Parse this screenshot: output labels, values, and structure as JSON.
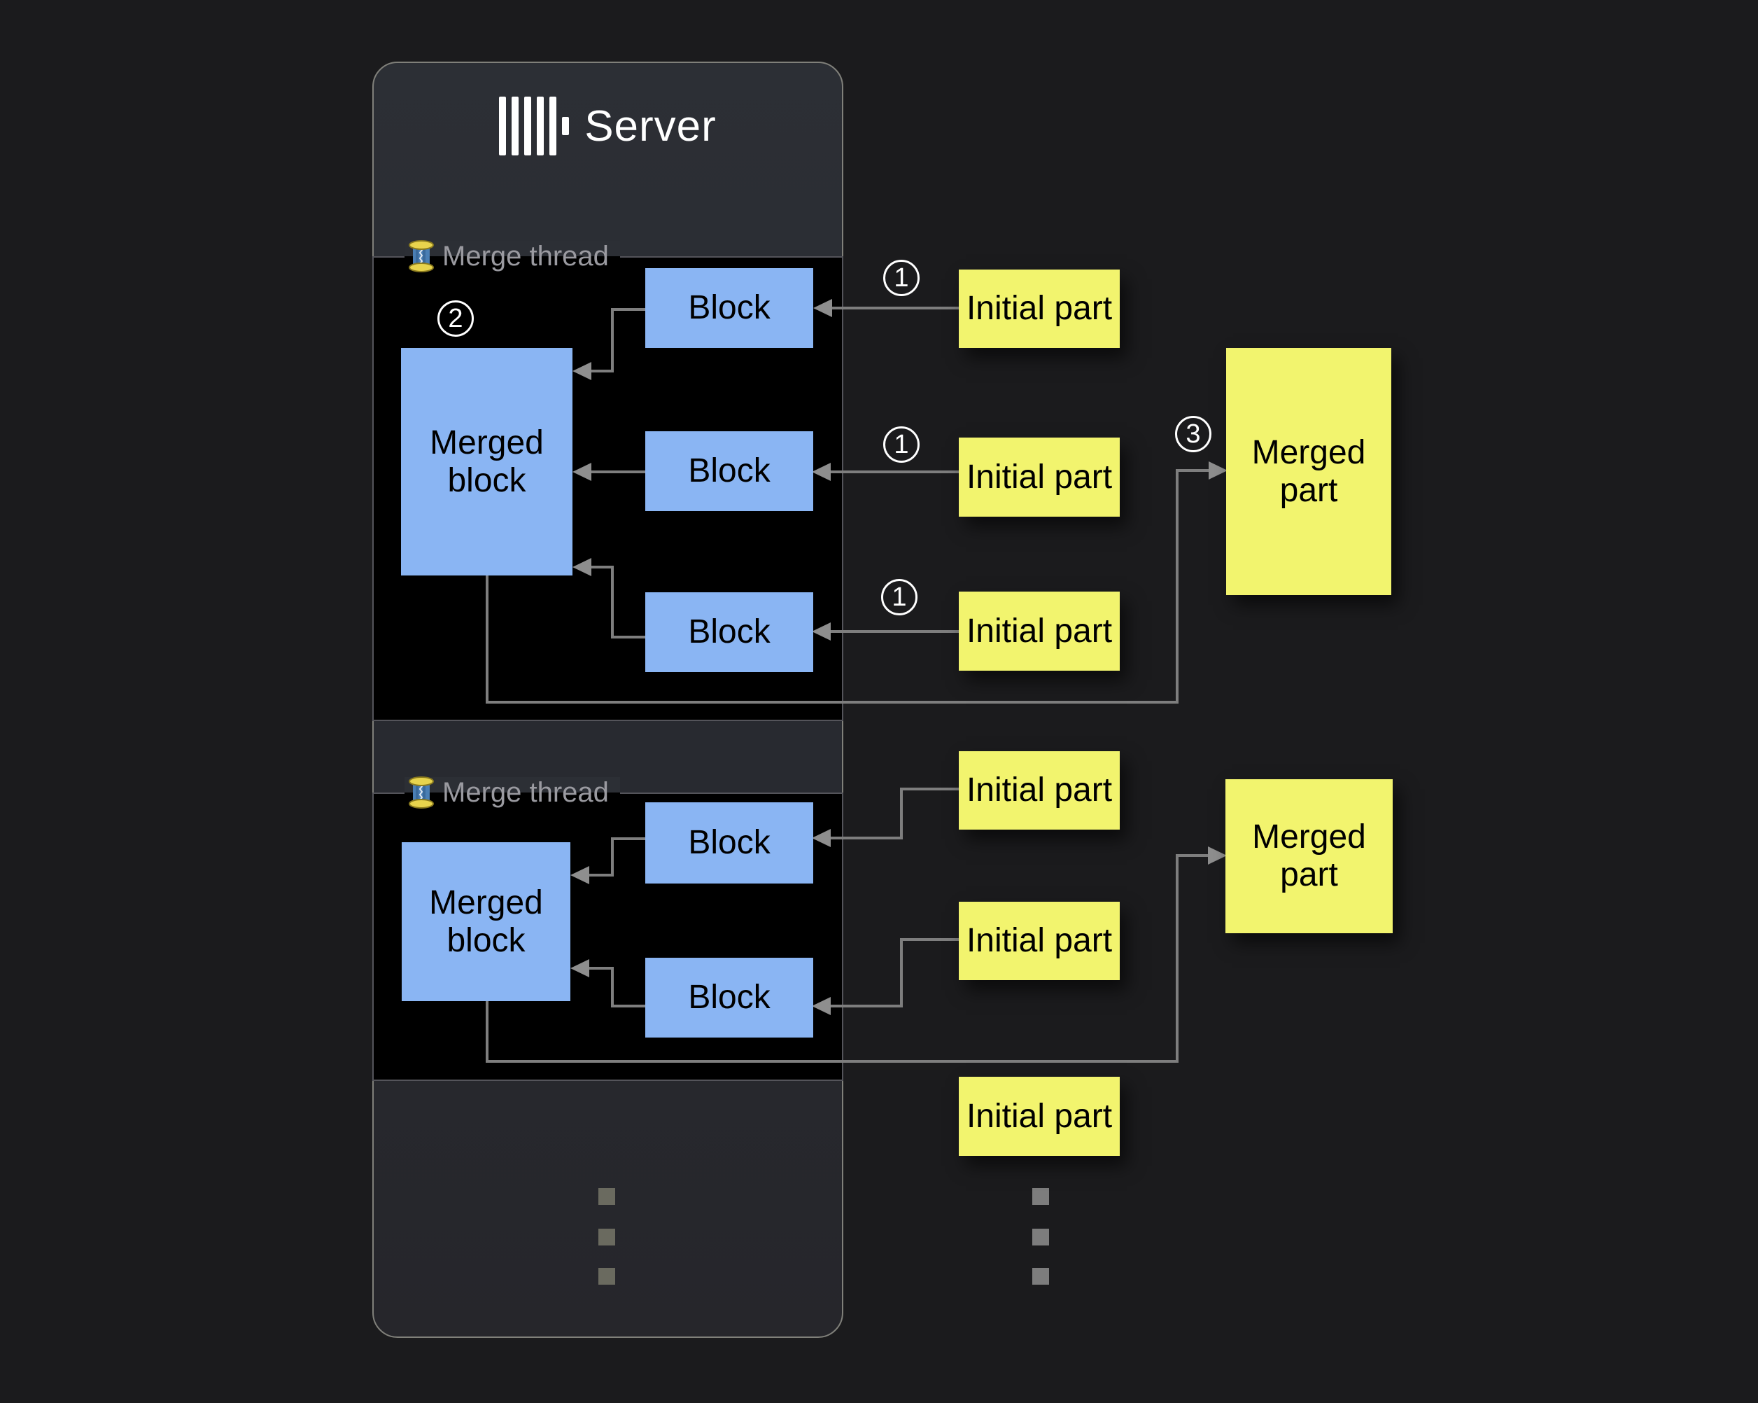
{
  "diagram": {
    "server_title": "Server",
    "merge_thread_label": "Merge thread",
    "block_label": "Block",
    "merged_block_label": "Merged block",
    "initial_part_label": "Initial part",
    "merged_part_label": "Merged part",
    "step_badges": {
      "initial_insert": "1",
      "merge_blocks": "2",
      "write_merged_part": "3"
    },
    "icons": {
      "server_logo": "clickhouse-bars-logo",
      "thread": "thread-spool-icon"
    },
    "colors": {
      "background": "#1b1b1d",
      "panel": "#2c2f35",
      "panel_border": "#80807a",
      "thread_box": "#000000",
      "thread_box_border": "#54545a",
      "block_fill": "#8ab5f3",
      "part_fill": "#f2f46e",
      "connector": "#7e7e7e",
      "label_gray": "#9a9aa0",
      "text_white": "#ffffff"
    }
  }
}
